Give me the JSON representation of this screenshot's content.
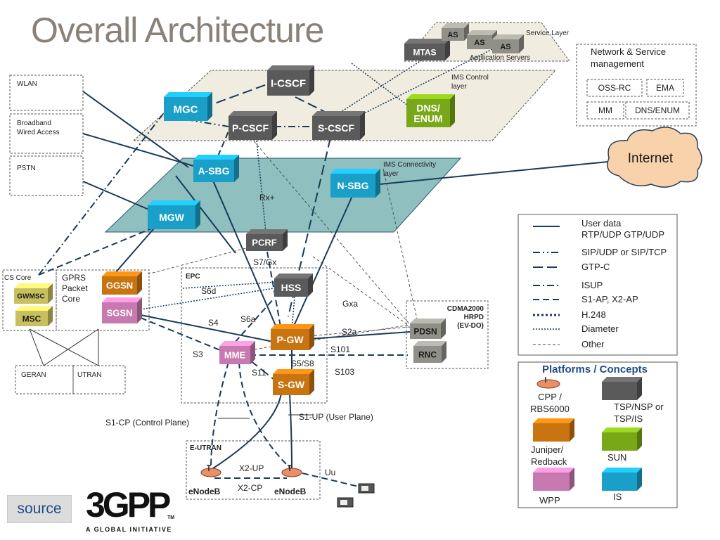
{
  "title": "Overall Architecture",
  "source_label": "source",
  "logo": {
    "text": "3GPP",
    "tagline": "A GLOBAL INITIATIVE",
    "tm": "TM"
  },
  "layers": {
    "service": "Service Layer",
    "app_servers": "Application Servers",
    "ims_control": [
      "IMS Control",
      "layer"
    ],
    "ims_connectivity": [
      "IMS Connectivity",
      "layer"
    ]
  },
  "nodes": {
    "mtas": "MTAS",
    "as": "AS",
    "icscf": "I-CSCF",
    "pcscf": "P-CSCF",
    "scscf": "S-CSCF",
    "mgc": "MGC",
    "dns_enum": [
      "DNS/",
      "ENUM"
    ],
    "asbg": "A-SBG",
    "nsbg": "N-SBG",
    "mgw": "MGW",
    "pcrf": "PCRF",
    "hss": "HSS",
    "ggsn": "GGSN",
    "sgsn": "SGSN",
    "pgw": "P-GW",
    "sgw": "S-GW",
    "mme": "MME",
    "pdsn": "PDSN",
    "rnc": "RNC",
    "gwmsc": "GWMSC",
    "msc": "MSC",
    "enodeb": "eNodeB",
    "internet": "Internet"
  },
  "access": {
    "wlan": "WLAN",
    "broadband": [
      "Broadband",
      "Wired Access"
    ],
    "pstn": "PSTN"
  },
  "regions": {
    "cs_core": "CS Core",
    "gprs": [
      "GPRS",
      "Packet",
      "Core"
    ],
    "epc": "EPC",
    "cdma": [
      "CDMA2000",
      "HRPD",
      "(EV-DO)"
    ],
    "eutran": "E-UTRAN",
    "geran": "GERAN",
    "utran": "UTRAN"
  },
  "mgmt": {
    "title": [
      "Network & Service",
      "management"
    ],
    "items": [
      "OSS-RC",
      "EMA",
      "MM",
      "DNS/ENUM"
    ]
  },
  "interfaces": {
    "rx": "Rx+",
    "s7gx": "S7/Gx",
    "s6d": "S6d",
    "s6a": "S6a",
    "s4": "S4",
    "gxa": "Gxa",
    "s2a": "S2a",
    "s101": "S101",
    "s103": "S103",
    "s3": "S3",
    "s11": "S11",
    "s5s8": "S5/S8",
    "s1cp": "S1-CP (Control Plane)",
    "s1up": "S1-UP (User Plane)",
    "x2up": "X2-UP",
    "x2cp": "X2-CP",
    "uu": "Uu"
  },
  "legend": [
    {
      "label": [
        "User data",
        "RTP/UDP GTP/UDP"
      ],
      "style": "solid"
    },
    {
      "label": [
        "SIP/UDP or SIP/TCP"
      ],
      "style": "dashdotdot"
    },
    {
      "label": [
        "GTP-C"
      ],
      "style": "longdash"
    },
    {
      "label": [
        "ISUP"
      ],
      "style": "dashdot"
    },
    {
      "label": [
        "S1-AP, X2-AP"
      ],
      "style": "dash"
    },
    {
      "label": [
        "H.248"
      ],
      "style": "thickdot"
    },
    {
      "label": [
        "Diameter"
      ],
      "style": "dot"
    },
    {
      "label": [
        "Other"
      ],
      "style": "thin"
    }
  ],
  "platforms": {
    "title": "Platforms / Concepts",
    "items": [
      {
        "label": [
          "CPP /",
          "RBS6000"
        ],
        "color": "#e8906a"
      },
      {
        "label": [
          "TSP/NSP or",
          "TSP/IS"
        ],
        "color": "#5a5a5a"
      },
      {
        "label": [
          "Juniper/",
          "Redback"
        ],
        "color": "#c87410"
      },
      {
        "label": [
          "SUN"
        ],
        "color": "#78a818"
      },
      {
        "label": [
          "WPP"
        ],
        "color": "#c87ab0"
      },
      {
        "label": [
          "IS"
        ],
        "color": "#1aa0c8"
      }
    ]
  },
  "colors": {
    "is": "#1aa0c8",
    "tsp": "#5a5a5a",
    "juniper": "#c87410",
    "sun": "#78a818",
    "wpp": "#c87ab0",
    "cpp": "#e8906a",
    "gray": "#909088",
    "olive": "#c8c060",
    "line": "#1a3a5a",
    "connect_plane": "#8fbfbf",
    "control_plane": "#f0ece0"
  }
}
